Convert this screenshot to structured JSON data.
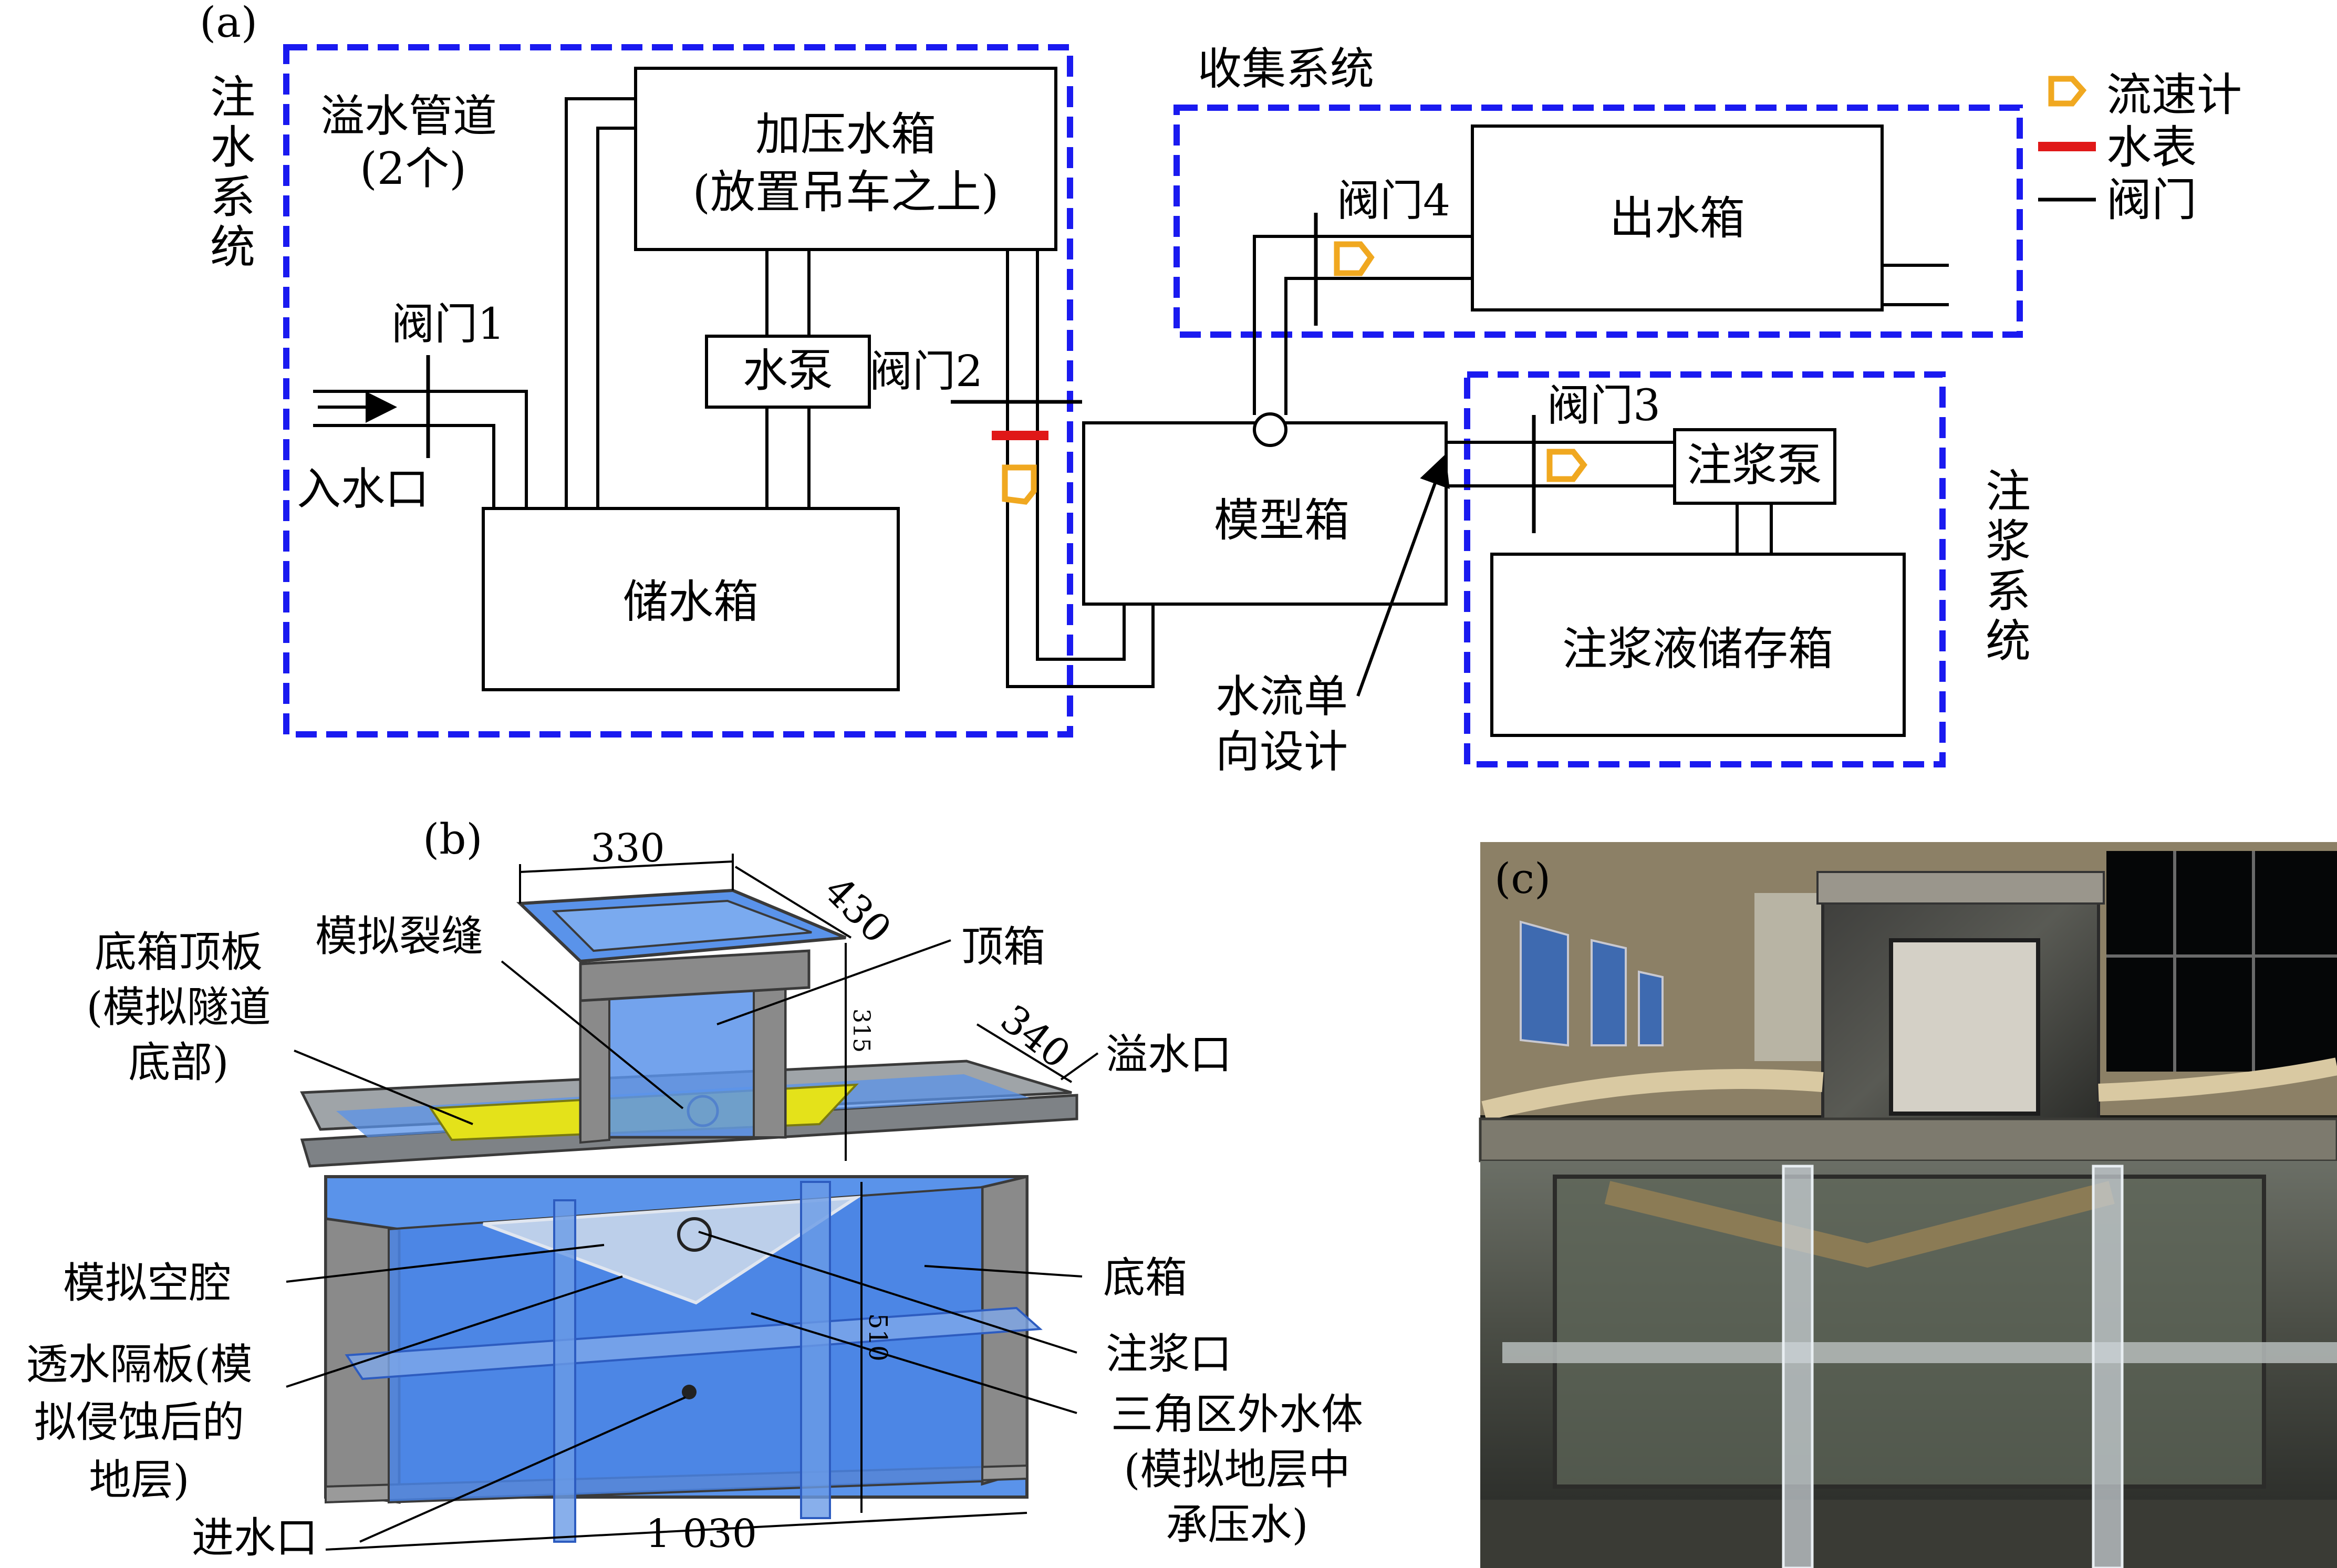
{
  "panel_a": {
    "label": "(a)",
    "injection_system_label": [
      "注",
      "水",
      "系",
      "统"
    ],
    "overflow_pipe_label": [
      "溢水管道",
      "(2个)"
    ],
    "pressure_tank": [
      "加压水箱",
      "(放置吊车之上)"
    ],
    "pump": "水泵",
    "storage_tank": "储水箱",
    "inlet": "入水口",
    "valve1": "阀门1",
    "valve2": "阀门2",
    "valve3": "阀门3",
    "valve4": "阀门4",
    "model_box": "模型箱",
    "one_way_design": [
      "水流单",
      "向设计"
    ],
    "collection_system_label": "收集系统",
    "outlet_tank": "出水箱",
    "grout_pump": "注浆泵",
    "grout_storage": "注浆液储存箱",
    "grouting_system_label": [
      "注",
      "浆",
      "系",
      "统"
    ],
    "legend": [
      {
        "symbol": "flowmeter",
        "label": "流速计"
      },
      {
        "symbol": "water-meter",
        "label": "水表"
      },
      {
        "symbol": "valve",
        "label": "阀门"
      }
    ],
    "colors": {
      "dashed_border": "#1a1af0",
      "flowmeter": "#f0a820",
      "water_meter": "#e01818"
    }
  },
  "panel_b": {
    "label": "(b)",
    "dim_330": "330",
    "dim_430": "430",
    "dim_340": "340",
    "dim_315": "315",
    "dim_510": "510",
    "dim_1030": "1 030",
    "base_top_plate": [
      "底箱顶板",
      "(模拟隧道",
      "底部)"
    ],
    "simulated_crack": "模拟裂缝",
    "top_box": "顶箱",
    "overflow_port": "溢水口",
    "simulated_cavity": "模拟空腔",
    "base_box": "底箱",
    "grout_port": "注浆口",
    "permeable_plate": [
      "透水隔板(模",
      "拟侵蚀后的",
      "地层)"
    ],
    "outside_water": [
      "三角区外水体",
      "(模拟地层中",
      "承压水)"
    ],
    "inlet_port": "进水口"
  },
  "panel_c": {
    "label": "(c)"
  }
}
